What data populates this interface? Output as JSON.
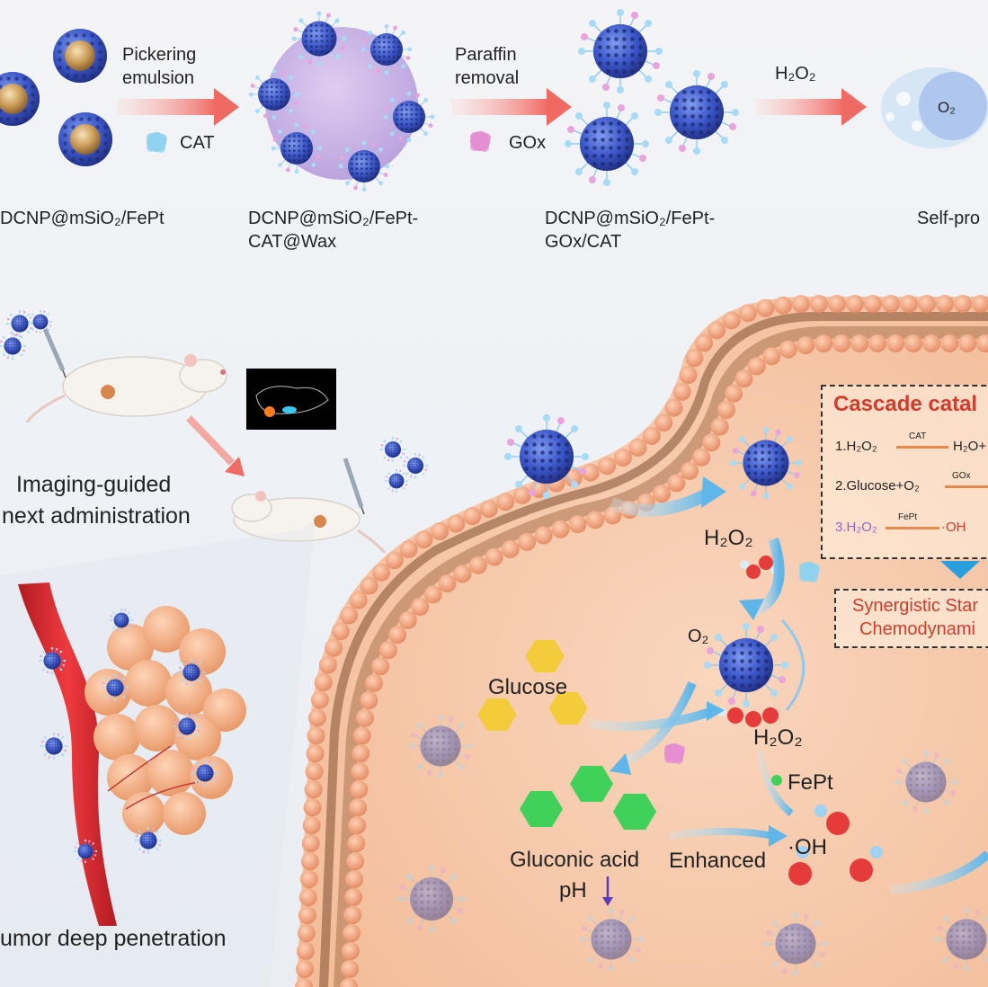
{
  "top_row": {
    "step1_label": "DCNP@mSiO₂/FePt",
    "arrow1_text1": "Pickering",
    "arrow1_text2": "emulsion",
    "cat_label": "CAT",
    "step2_label_line1": "DCNP@mSiO₂/FePt-",
    "step2_label_line2": "CAT@Wax",
    "arrow2_text1": "Paraffin",
    "arrow2_text2": "removal",
    "gox_label": "GOx",
    "step3_label_line1": "DCNP@mSiO₂/FePt-",
    "step3_label_line2": "GOx/CAT",
    "arrow3_text": "H₂O₂",
    "step4_label": "Self-pro",
    "o2_label": "O₂"
  },
  "left_panel": {
    "imaging_line1": "Imaging-guided",
    "imaging_line2": "next administration",
    "tumor_label": "umor deep penetration"
  },
  "cell": {
    "h2o2_top": "H₂O₂",
    "o2_label": "O₂",
    "glucose": "Glucose",
    "h2o2_mid": "H₂O₂",
    "fept": "FePt",
    "oh": "·OH",
    "gluconic": "Gluconic acid",
    "ph": "pH",
    "enhanced": "Enhanced"
  },
  "cascade": {
    "title": "Cascade catal",
    "r1_left": "1.H₂O₂",
    "r1_enzyme": "CAT",
    "r1_right": "H₂O+",
    "r2_left": "2.Glucose+O₂",
    "r2_enzyme": "GOx",
    "r3_left": "3.H₂O₂",
    "r3_enzyme": "FePt",
    "r3_right": "·OH",
    "syn_line1": "Synergistic Star",
    "syn_line2": "Chemodynami"
  },
  "colors": {
    "particle_blue": "#3b56c8",
    "cat_cyan": "#8fd3ef",
    "gox_pink": "#e58fd2",
    "arrow_red": "#f06a63",
    "cell_peach": "#f6c7a8",
    "lipid_head": "#f1a37f",
    "green_hex": "#3fd15a",
    "yellow_hex": "#f2cc3a",
    "red_text": "#d43b2a"
  }
}
